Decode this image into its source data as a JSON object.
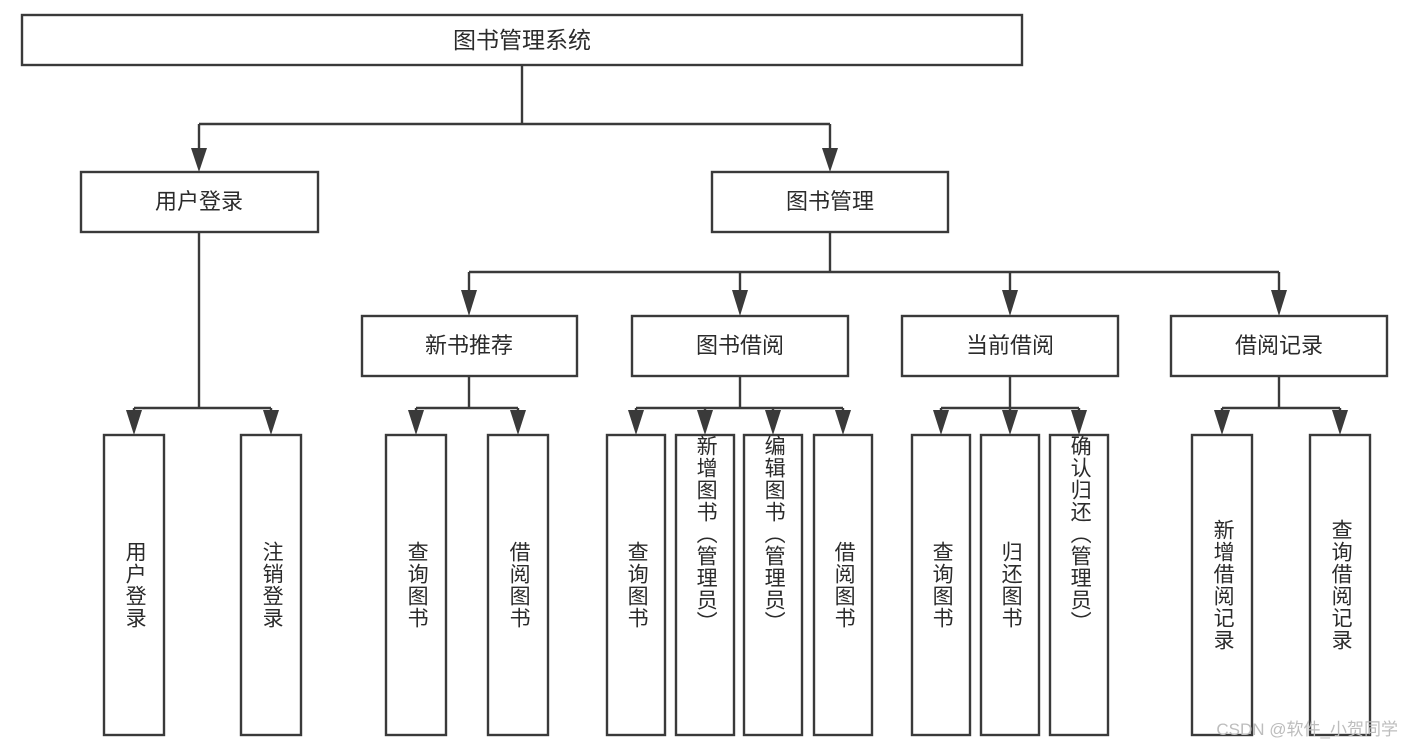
{
  "diagram": {
    "title": "图书管理系统",
    "type": "hierarchy-tree",
    "watermark": "CSDN @软件_小贺同学",
    "colors": {
      "stroke": "#3a3a3a",
      "box_fill": "#ffffff",
      "text": "#2b2b2b",
      "background": "#ffffff",
      "watermark": "#bdbdbd"
    },
    "root": {
      "label": "图书管理系统"
    },
    "level2": [
      {
        "label": "用户登录"
      },
      {
        "label": "图书管理"
      }
    ],
    "level3": [
      {
        "label": "新书推荐"
      },
      {
        "label": "图书借阅"
      },
      {
        "label": "当前借阅"
      },
      {
        "label": "借阅记录"
      }
    ],
    "leaves": {
      "user_login": [
        {
          "label": "用户登录"
        },
        {
          "label": "注销登录"
        }
      ],
      "new_book_recommend": [
        {
          "label": "查询图书"
        },
        {
          "label": "借阅图书"
        }
      ],
      "book_borrow": [
        {
          "label": "查询图书"
        },
        {
          "label": "新增图书（管理员）"
        },
        {
          "label": "编辑图书（管理员）"
        },
        {
          "label": "借阅图书"
        }
      ],
      "current_borrow": [
        {
          "label": "查询图书"
        },
        {
          "label": "归还图书"
        },
        {
          "label": "确认归还（管理员）"
        }
      ],
      "borrow_record": [
        {
          "label": "新增借阅记录"
        },
        {
          "label": "查询借阅记录"
        }
      ]
    }
  }
}
